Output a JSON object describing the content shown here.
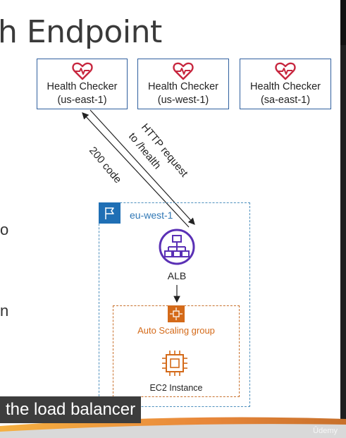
{
  "title": "h Endpoint",
  "checkers": [
    {
      "label": "Health Checker",
      "region": "(us-east-1)"
    },
    {
      "label": "Health Checker",
      "region": "(us-west-1)"
    },
    {
      "label": "Health Checker",
      "region": "(sa-east-1)"
    }
  ],
  "arrows": {
    "request_line1": "HTTP request",
    "request_line2": "to /health",
    "response": "200 code"
  },
  "side_chars": [
    "o",
    "n"
  ],
  "region": {
    "label": "eu-west-1"
  },
  "alb": {
    "label": "ALB"
  },
  "asg": {
    "label": "Auto Scaling group"
  },
  "ec2": {
    "label": "EC2 Instance"
  },
  "caption": "the load balancer",
  "watermark": "Ûdemy",
  "colors": {
    "checker_border": "#2f5f9e",
    "heart": "#c7263e",
    "region_accent": "#1f6fb5",
    "alb_purple": "#5a30b5",
    "asg_orange": "#d46a19"
  }
}
